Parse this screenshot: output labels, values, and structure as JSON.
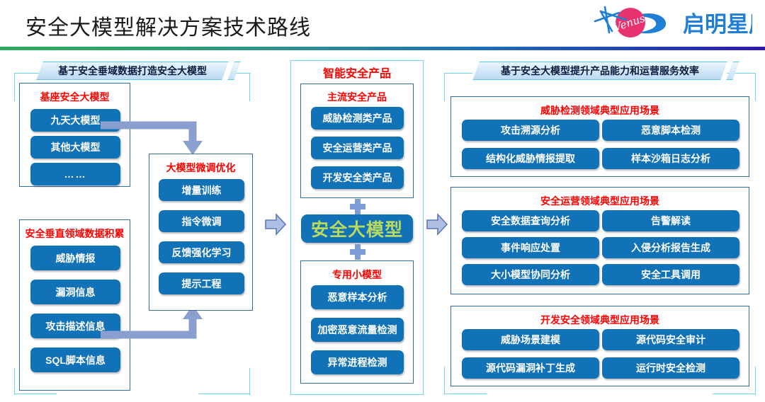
{
  "header": {
    "title": "安全大模型解决方案技术路线",
    "logo": {
      "mark_text": "Venus",
      "brand_text": "启明星辰",
      "star_icon": "star-icon",
      "mark_color": "#e8336e",
      "swoosh_color": "#1f7fd4",
      "brand_color": "#1f7fd4"
    },
    "rule_colors": [
      "#2eac5e",
      "#2f8f90",
      "#1d6fb8",
      "#2e17b0"
    ]
  },
  "colors": {
    "pill_blue": "#1172b8",
    "panel_border": "#2f6fa8",
    "frame_cyan": "#6fd6ef",
    "banner_text": "#0a1a3c",
    "title_red": "#ff0000",
    "big_model_text": "#b9da5d",
    "arrow_fill": "#aebfe3",
    "arrow_stroke": "#5b78b8",
    "elbow": "#8a9fd0"
  },
  "columns": [
    {
      "id": "left",
      "banner": "基于安全垂域数据打造安全大模型",
      "panels": [
        {
          "id": "base-model",
          "title": "基座安全大模型",
          "items": [
            "九天大模型",
            "其他大模型",
            "……"
          ]
        },
        {
          "id": "domain-data",
          "title": "安全垂直领域数据积累",
          "items": [
            "威胁情报",
            "漏洞信息",
            "攻击描述信息",
            "SQL脚本信息"
          ]
        },
        {
          "id": "finetune",
          "title": "大模型微调优化",
          "items": [
            "增量训练",
            "指令微调",
            "反馈强化学习",
            "提示工程"
          ]
        }
      ]
    },
    {
      "id": "center",
      "banner": "智能安全产品",
      "panels": [
        {
          "id": "mainstream-products",
          "title": "主流安全产品",
          "items": [
            "威胁检测类产品",
            "安全运营类产品",
            "开发安全类产品"
          ]
        },
        {
          "id": "small-models",
          "title": "专用小模型",
          "items": [
            "恶意样本分析",
            "加密恶意流量检测",
            "异常进程检测"
          ]
        }
      ],
      "center_pill": "安全大模型",
      "plus_symbols": [
        "+",
        "+"
      ]
    },
    {
      "id": "right",
      "banner": "基于安全大模型提升产品能力和运营服务效率",
      "panels": [
        {
          "id": "threat-detection",
          "title": "威胁检测领域典型应用场景",
          "items": [
            "攻击溯源分析",
            "恶意脚本检测",
            "结构化威胁情报提取",
            "样本沙箱日志分析"
          ]
        },
        {
          "id": "security-operations",
          "title": "安全运营领域典型应用场景",
          "items": [
            "安全数据查询分析",
            "告警解读",
            "事件响应处置",
            "入侵分析报告生成",
            "大小模型协同分析",
            "安全工具调用"
          ]
        },
        {
          "id": "dev-security",
          "title": "开发安全领域典型应用场景",
          "items": [
            "威胁场景建模",
            "源代码安全审计",
            "源代码漏洞补丁生成",
            "运行时安全检测"
          ]
        }
      ]
    }
  ],
  "arrows": [
    {
      "id": "arrow-left-to-center",
      "icon": "arrow-right-icon"
    },
    {
      "id": "arrow-center-to-right",
      "icon": "arrow-right-icon"
    }
  ]
}
